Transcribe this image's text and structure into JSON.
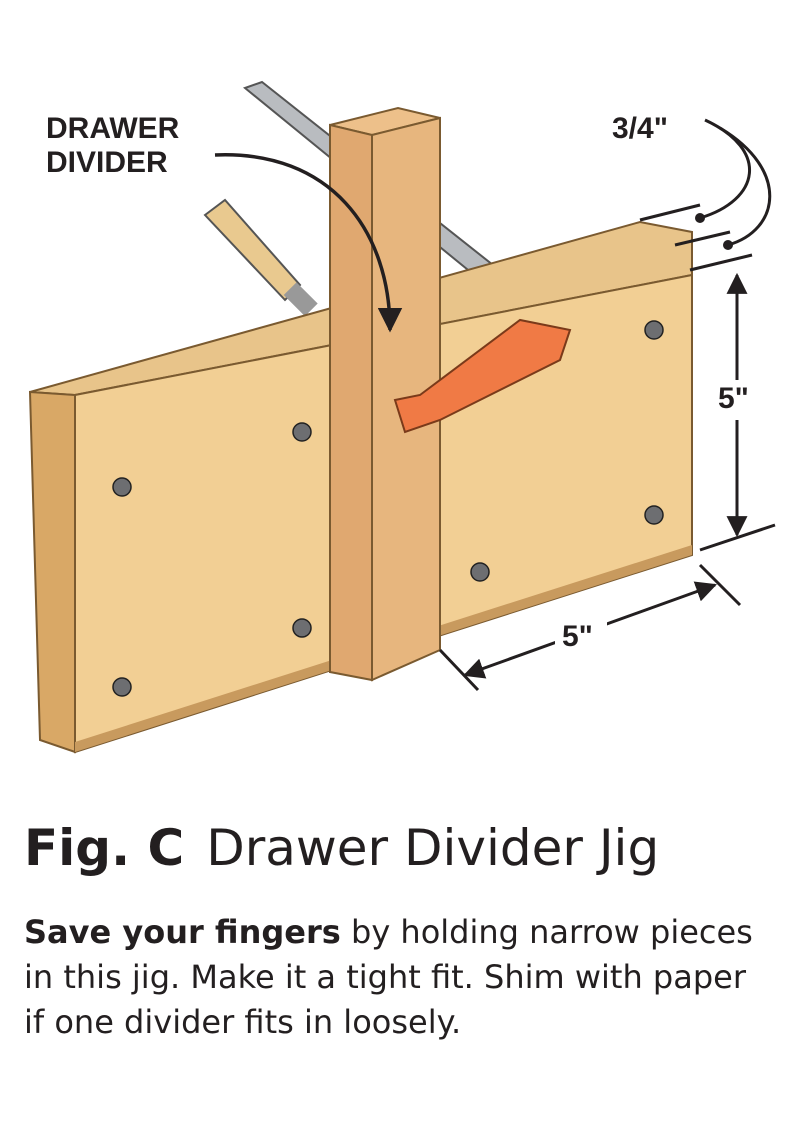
{
  "figure": {
    "labels": {
      "drawer_divider_line1": "DRAWER",
      "drawer_divider_line2": "DIVIDER",
      "thickness": "3/4\"",
      "height": "5\"",
      "width": "5\""
    },
    "colors": {
      "wood": "#f2cf94",
      "wood_dark": "#d9a866",
      "divider": "#e7b67e",
      "clamp": "#f07a45",
      "bar": "#b9bcc0"
    }
  },
  "caption": {
    "fig_number": "Fig. C",
    "title": "Drawer Divider Jig"
  },
  "body": {
    "lead": "Save your fingers",
    "text": " by holding narrow pieces in this jig. Make it a tight fit. Shim with paper if one divider fits in loosely."
  }
}
